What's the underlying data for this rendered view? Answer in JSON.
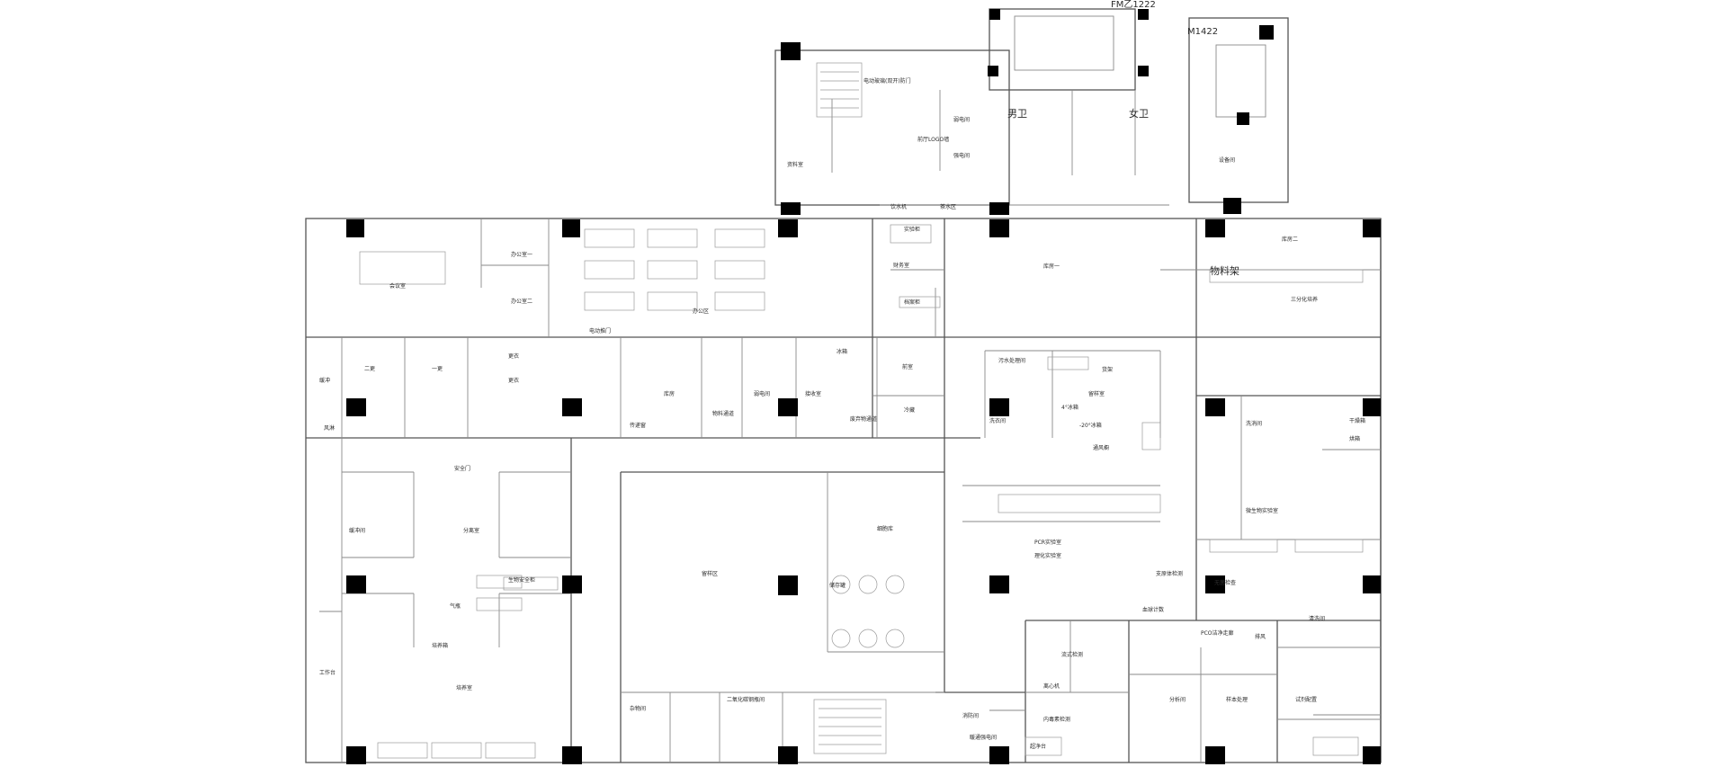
{
  "plan": {
    "markers": {
      "top_stair": "FM乙1222",
      "right_stair": "M1422"
    },
    "rooms": {
      "men_wc": "男卫",
      "women_wc": "女卫",
      "elevator_text": "电动玻璃(双开)防门",
      "hall_lobby": "前厅LOGO墙",
      "weak_elec": "弱电间",
      "strong_elec": "强电间",
      "equipment": "设备间",
      "material_room_top": "资料室",
      "pantry": "茶水区",
      "pantry2": "饮水机",
      "meeting": "会议室",
      "office1": "办公室一",
      "office2": "办公室二",
      "office_area": "办公区",
      "e_door": "电动推门",
      "finance": "财务室",
      "storage1": "库房一",
      "storage2": "库房二",
      "experiment": "实验柜",
      "file_cab": "档案柜",
      "material_rack": "物料架",
      "three_cell": "三分化培养",
      "second_change": "二更",
      "buffer": "缓冲",
      "wind_shower": "风淋",
      "first_change": "一更",
      "change": "更衣",
      "dress": "更衣",
      "storeroom": "库房",
      "material_pass": "物料通道",
      "weak2": "弱电间",
      "receive": "接收室",
      "anteroom": "前室",
      "waste": "废弃物通道",
      "wash": "洗衣间",
      "sewage": "污水处理间",
      "sample": "留样室",
      "cold": "冷藏",
      "fridge": "冰箱",
      "airlock": "洗消间",
      "dryer": "干燥箱",
      "oven": "烘箱",
      "safety_door": "安全门",
      "separation": "分离室",
      "stock_area": "留样区",
      "cell_bank": "细胞库",
      "storage_tank": "储存罐",
      "pcr_lab": "PCR实验室",
      "micro_lab": "微生物实验室",
      "bio_cabinet": "生物安全柜",
      "workbench": "工作台",
      "clean_bench": "超净台",
      "culture": "培养室",
      "incubator": "培养箱",
      "gas": "气瓶",
      "flow_cyto": "流式检测",
      "centrifuge": "离心机",
      "endotoxin": "内毒素检测",
      "co2_room": "二氧化碳钢瓶间",
      "miscellaneous": "杂物间",
      "fire_room": "消防间",
      "qc_lab": "理化实验室",
      "reagent": "试剂配置",
      "sample_proc": "样本处理",
      "exhaust": "排风",
      "elec_room2": "暖通强电间",
      "dist": "分析间",
      "biochem": "血球计数",
      "ventilate": "通风橱",
      "mycoplasma": "支原体检测",
      "air_lock": "缓冲间",
      "pco_room": "PCO洁净走廊",
      "wash_area": "清洗间",
      "fridge_minus": "-20°冰箱",
      "ref4": "4°冰箱",
      "shelf": "货架",
      "sterile_room": "无菌检查",
      "trans_window": "传递窗"
    }
  }
}
